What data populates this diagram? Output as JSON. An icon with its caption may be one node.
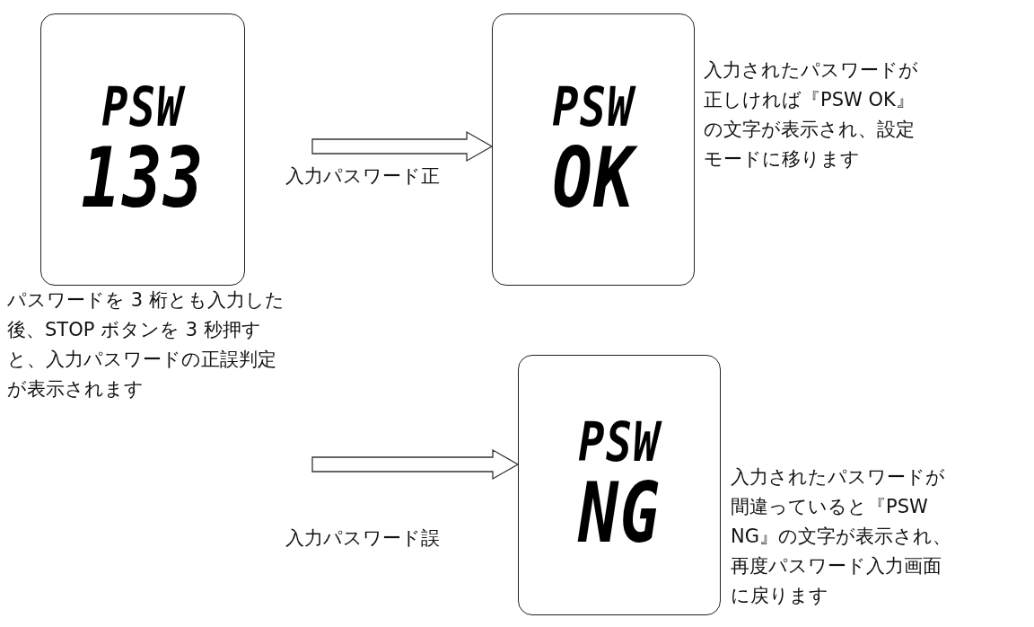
{
  "diagram": {
    "nodes": [
      {
        "text": [
          "PSW",
          "133"
        ],
        "beside": [
          "パスワードを 3 桁とも入力した後、STOP ボタンを 3 秒押すと、入力パスワードの正誤判定が表示されます"
        ]
      },
      {
        "text": [
          "PSW",
          "OK"
        ],
        "beside": [
          "入力されたパスワードが正しければ『PSW OK』の文字が表示され、設定モードに移ります"
        ]
      },
      {
        "text": [
          "PSW",
          "NG"
        ],
        "beside": [
          "入力されたパスワードが間違っていると『PSW NG』の文字が表示され、再度パスワード入力画面に戻ります"
        ]
      }
    ],
    "edges": [
      {
        "from": null,
        "to": 1,
        "arrow": "to",
        "label": "入力パスワード正"
      },
      {
        "from": null,
        "to": 2,
        "arrow": "to",
        "label": "入力パスワード誤"
      }
    ]
  }
}
